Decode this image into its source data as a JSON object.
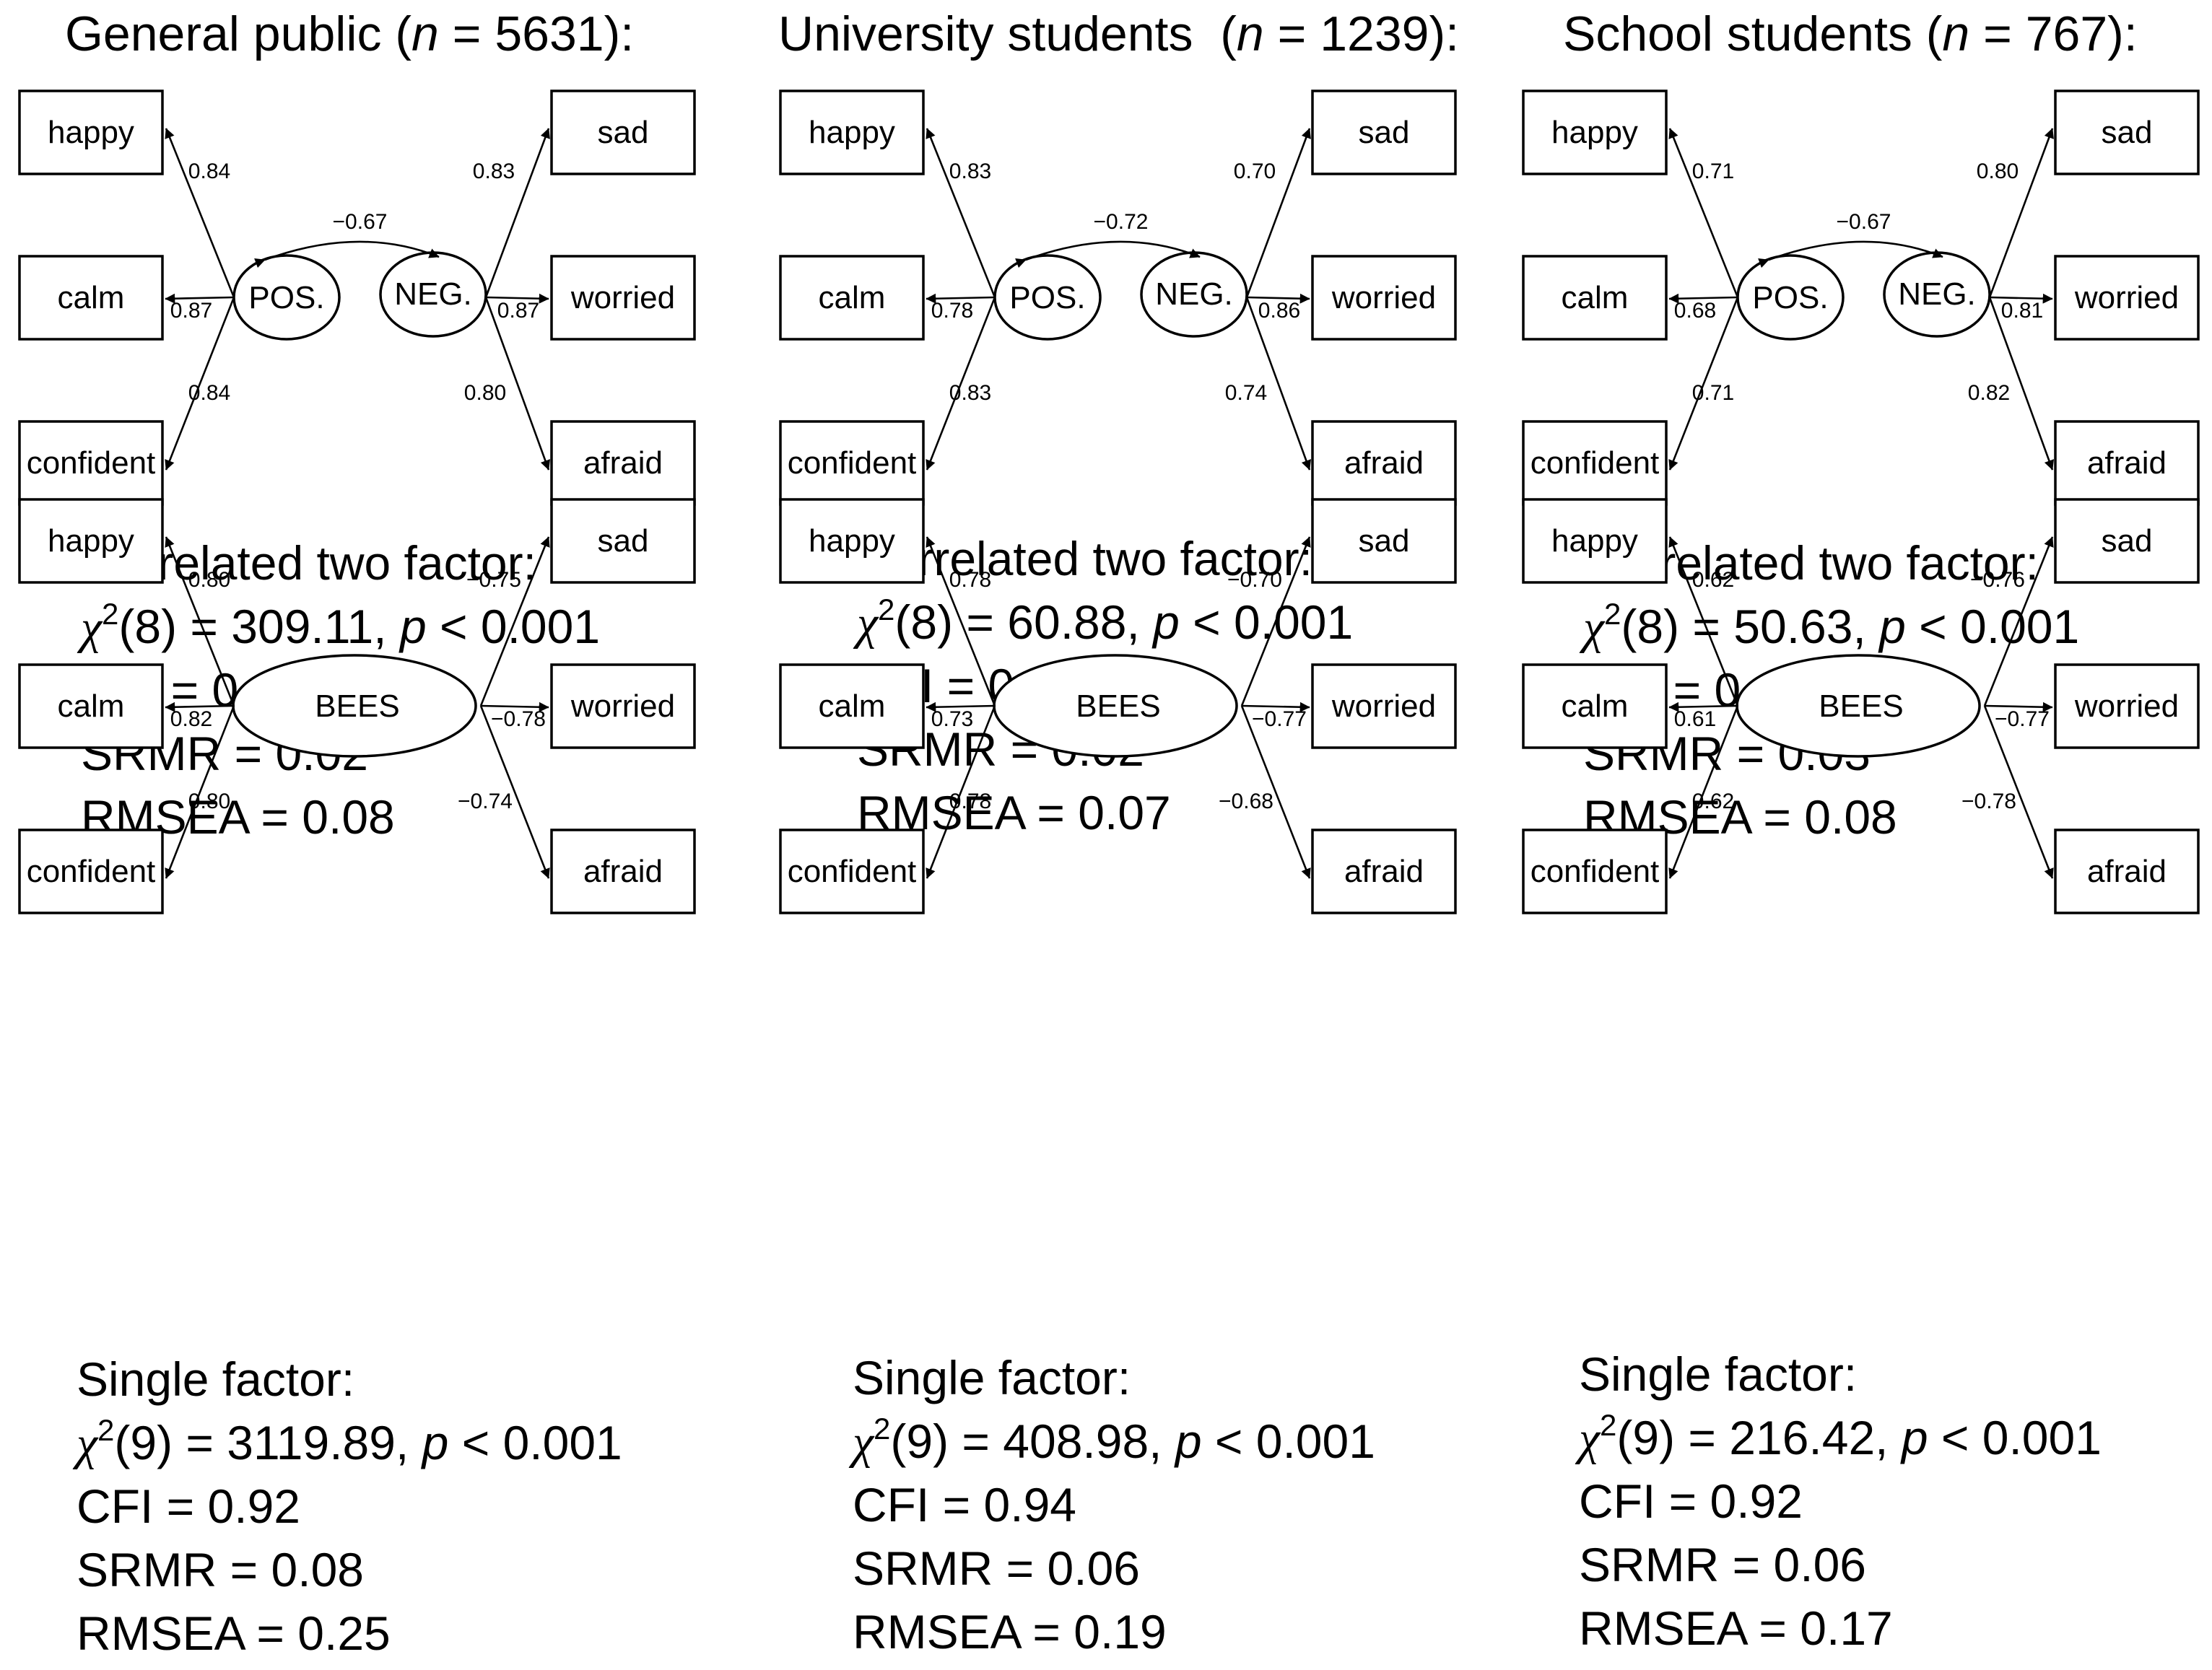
{
  "panels": [
    {
      "title_prefix": "General public (",
      "n_label": "n",
      "n_value": " = 5631):",
      "two": {
        "pos": "POS.",
        "neg": "NEG.",
        "corr": "−0.67",
        "pos_loadings": [
          "0.84",
          "0.87",
          "0.84"
        ],
        "neg_loadings": [
          "0.83",
          "0.87",
          "0.80"
        ],
        "fit": {
          "model": "Correlated two factor:",
          "chi_sym": "χ",
          "chi_sup": "2",
          "chi_rest": "(8) = 309.11, ",
          "p": "p",
          "p_rest": " < 0.001",
          "cfi": "CFI = 0.99",
          "srmr": "SRMR = 0.02",
          "rmsea": "RMSEA = 0.08"
        }
      },
      "single": {
        "factor": "BEES",
        "pos_loadings": [
          "0.80",
          "0.82",
          "0.80"
        ],
        "neg_loadings": [
          "−0.75",
          "−0.78",
          "−0.74"
        ],
        "fit": {
          "model": "Single factor:",
          "chi_sym": "χ",
          "chi_sup": "2",
          "chi_rest": "(9) = 3119.89, ",
          "p": "p",
          "p_rest": " < 0.001",
          "cfi": "CFI = 0.92",
          "srmr": "SRMR = 0.08",
          "rmsea": "RMSEA = 0.25"
        }
      }
    },
    {
      "title_prefix": "University students  (",
      "n_label": "n",
      "n_value": " = 1239):",
      "two": {
        "pos": "POS.",
        "neg": "NEG.",
        "corr": "−0.72",
        "pos_loadings": [
          "0.83",
          "0.78",
          "0.83"
        ],
        "neg_loadings": [
          "0.70",
          "0.86",
          "0.74"
        ],
        "fit": {
          "model": "Correlated two factor:",
          "chi_sym": "χ",
          "chi_sup": "2",
          "chi_rest": "(8) = 60.88, ",
          "p": "p",
          "p_rest": " < 0.001",
          "cfi": "CFI = 0.99",
          "srmr": "SRMR = 0.02",
          "rmsea": "RMSEA = 0.07"
        }
      },
      "single": {
        "factor": "BEES",
        "pos_loadings": [
          "0.78",
          "0.73",
          "0.78"
        ],
        "neg_loadings": [
          "−0.70",
          "−0.77",
          "−0.68"
        ],
        "fit": {
          "model": "Single factor:",
          "chi_sym": "χ",
          "chi_sup": "2",
          "chi_rest": "(9) = 408.98, ",
          "p": "p",
          "p_rest": " < 0.001",
          "cfi": "CFI = 0.94",
          "srmr": "SRMR = 0.06",
          "rmsea": "RMSEA = 0.19"
        }
      }
    },
    {
      "title_prefix": "School students (",
      "n_label": "n",
      "n_value": " = 767):",
      "two": {
        "pos": "POS.",
        "neg": "NEG.",
        "corr": "−0.67",
        "pos_loadings": [
          "0.71",
          "0.68",
          "0.71"
        ],
        "neg_loadings": [
          "0.80",
          "0.81",
          "0.82"
        ],
        "fit": {
          "model": "Correlated two factor:",
          "chi_sym": "χ",
          "chi_sup": "2",
          "chi_rest": "(8) = 50.63, ",
          "p": "p",
          "p_rest": " < 0.001",
          "cfi": "CFI = 0.98",
          "srmr": "SRMR = 0.03",
          "rmsea": "RMSEA = 0.08"
        }
      },
      "single": {
        "factor": "BEES",
        "pos_loadings": [
          "0.62",
          "0.61",
          "0.62"
        ],
        "neg_loadings": [
          "−0.76",
          "−0.77",
          "−0.78"
        ],
        "fit": {
          "model": "Single factor:",
          "chi_sym": "χ",
          "chi_sup": "2",
          "chi_rest": "(9) = 216.42, ",
          "p": "p",
          "p_rest": " < 0.001",
          "cfi": "CFI = 0.92",
          "srmr": "SRMR = 0.06",
          "rmsea": "RMSEA = 0.17"
        }
      }
    }
  ],
  "items": {
    "positive": [
      "happy",
      "calm",
      "confident"
    ],
    "negative": [
      "sad",
      "worried",
      "afraid"
    ]
  }
}
